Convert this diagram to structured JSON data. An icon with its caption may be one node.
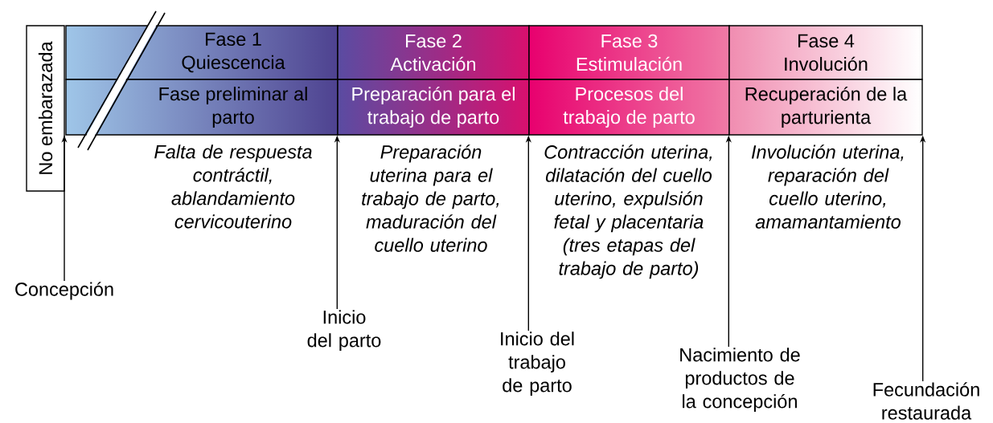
{
  "diagram": {
    "nodes": [
      {
        "text": [
          "No embarazada"
        ]
      },
      {
        "text": [
          "Fase 1",
          "Quiescencia"
        ]
      },
      {
        "text": [
          "Fase 2",
          "Activación"
        ]
      },
      {
        "text": [
          "Fase 3",
          "Estimulación"
        ]
      },
      {
        "text": [
          "Fase 4",
          "Involución"
        ]
      },
      {
        "text": [
          "Fase preliminar al parto"
        ]
      },
      {
        "text": [
          "Preparación para el trabajo de parto"
        ]
      },
      {
        "text": [
          "Procesos del trabajo de parto"
        ]
      },
      {
        "text": [
          "Recuperación de la parturienta"
        ]
      },
      {
        "text": [
          "Concepción"
        ]
      },
      {
        "text": [
          "Inicio del parto"
        ]
      },
      {
        "text": [
          "Inicio del trabajo de parto"
        ]
      },
      {
        "text": [
          "Nacimiento de productos de la concepción"
        ]
      },
      {
        "text": [
          "Fecundación restaurada"
        ]
      }
    ],
    "edges": [
      {
        "from": 9,
        "to": 5,
        "arrow": "to"
      },
      {
        "from": 10,
        "to": 6,
        "arrow": "to"
      },
      {
        "from": 11,
        "to": 7,
        "arrow": "to"
      },
      {
        "from": 12,
        "to": 8,
        "arrow": "to"
      },
      {
        "from": 13,
        "to": 8,
        "arrow": "to"
      }
    ],
    "labels": [
      "Falta de respuesta contráctil, ablandamiento cervicouterino",
      "Preparación uterina para el trabajo de parto, maduración del cuello uterino",
      "Contracción uterina, dilatación del cuello uterino, expulsión fetal y placentaria (tres etapas del trabajo de parto)",
      "Involución uterina, reparación del cuello uterino, amamantamiento"
    ]
  }
}
